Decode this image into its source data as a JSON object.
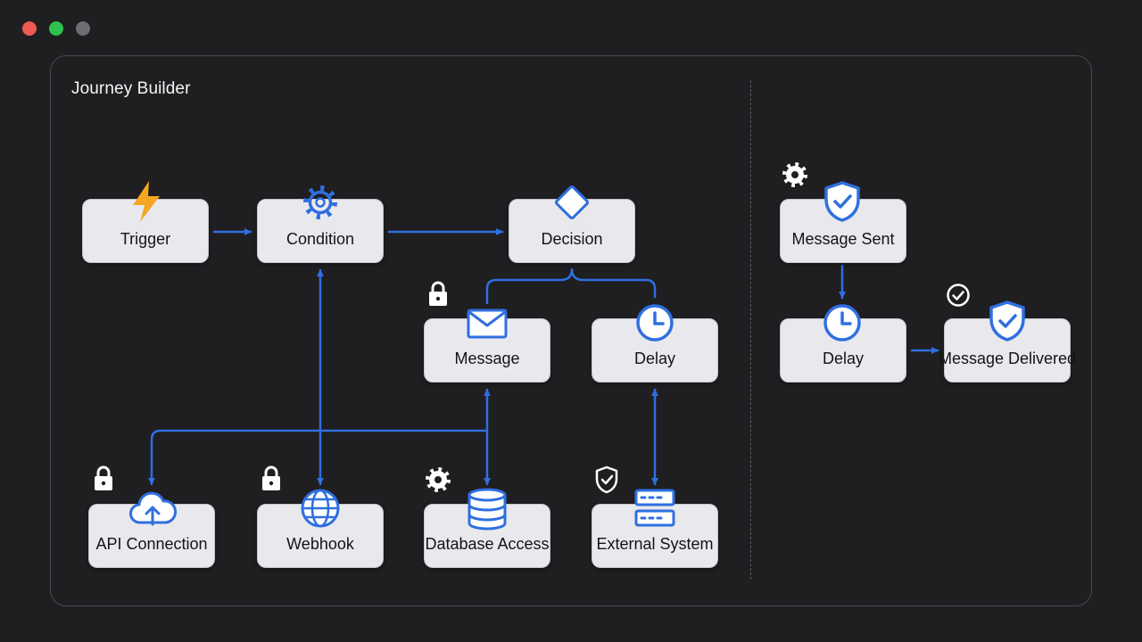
{
  "window": {
    "controls": [
      "close",
      "maximize",
      "minimize"
    ]
  },
  "panel": {
    "title": "Journey Builder"
  },
  "colors": {
    "background": "#1f1e21",
    "node_fill": "#e9e9ed",
    "accent_blue": "#2f6fe0",
    "trigger_orange": "#f5a623",
    "badge_white": "#ffffff"
  },
  "nodes": {
    "trigger": {
      "label": "Trigger",
      "icon": "lightning-icon"
    },
    "condition": {
      "label": "Condition",
      "icon": "gear-icon"
    },
    "decision": {
      "label": "Decision",
      "icon": "diamond-icon"
    },
    "message": {
      "label": "Message",
      "icon": "envelope-icon",
      "badge": "lock-icon"
    },
    "delay": {
      "label": "Delay",
      "icon": "clock-icon"
    },
    "api_connection": {
      "label": "API Connection",
      "icon": "cloud-upload-icon",
      "badge": "lock-icon"
    },
    "webhook": {
      "label": "Webhook",
      "icon": "globe-icon",
      "badge": "lock-icon"
    },
    "database_access": {
      "label": "Database Access",
      "icon": "database-icon",
      "badge": "gear-icon"
    },
    "external_system": {
      "label": "External System",
      "icon": "server-icon",
      "badge": "shield-check-icon"
    },
    "message_sent": {
      "label": "Message Sent",
      "icon": "shield-check-icon",
      "badge": "gear-icon"
    },
    "delay_2": {
      "label": "Delay",
      "icon": "clock-icon"
    },
    "message_delivered": {
      "label": "Message Delivered",
      "icon": "shield-check-icon",
      "badge": "check-circle-icon"
    }
  }
}
